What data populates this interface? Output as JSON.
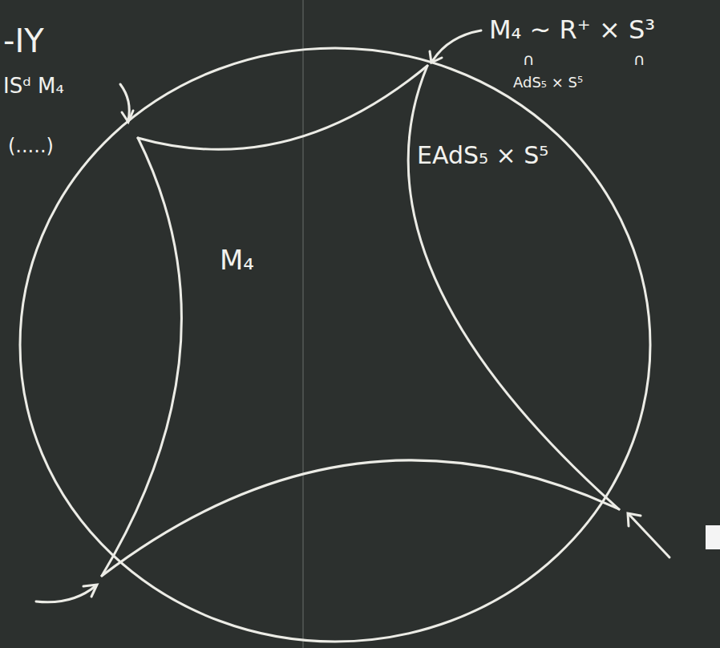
{
  "diagram": {
    "nodes": [
      {
        "text": [
          "M₄"
        ]
      }
    ],
    "labels": [
      "-IY",
      "ISᵈ M₄",
      "(.....)",
      "M₄ ~ R⁺ × S³",
      "∩",
      "∩",
      "AdS₅ × S⁵",
      "EAdS₅ × S⁵"
    ]
  }
}
